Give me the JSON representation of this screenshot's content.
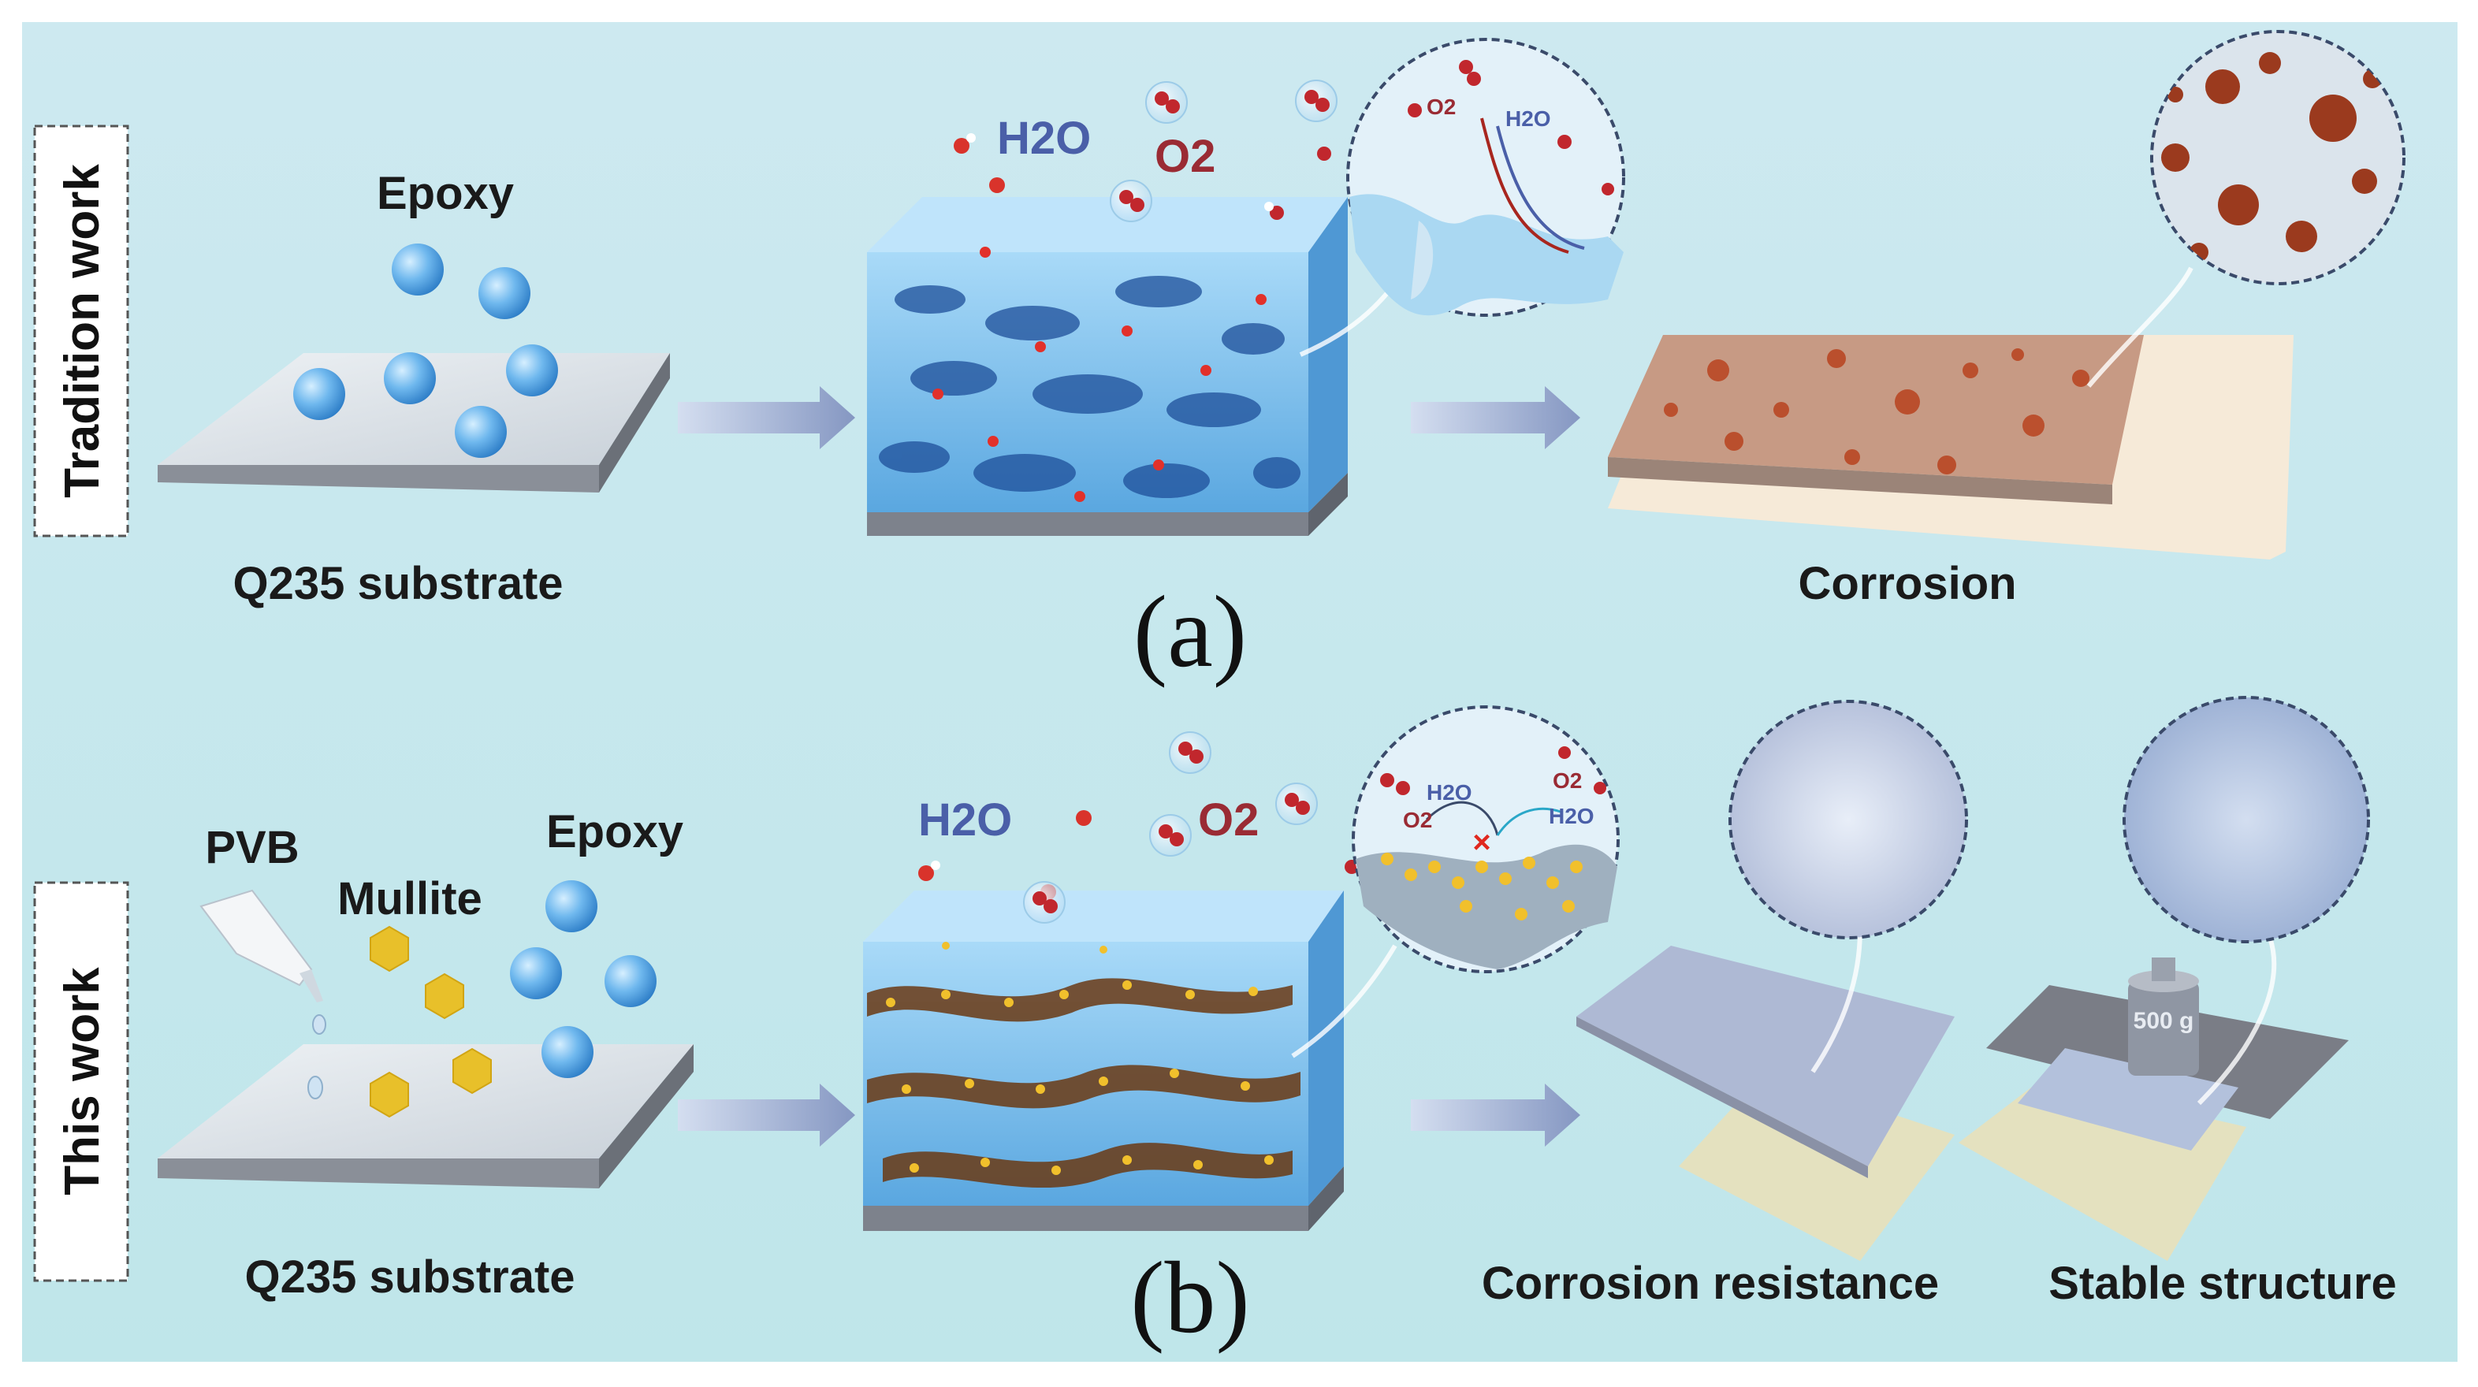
{
  "row_a": {
    "side_label": "Tradition  work",
    "panel_label": "(a)",
    "epoxy": "Epoxy",
    "substrate": "Q235 substrate",
    "h2o": "H2O",
    "o2": "O2",
    "zoom_o2": "O2",
    "zoom_h2o": "H2O",
    "result": "Corrosion"
  },
  "row_b": {
    "side_label": "This work",
    "panel_label": "(b)",
    "pvb": "PVB",
    "mullite": "Mullite",
    "epoxy": "Epoxy",
    "substrate": "Q235 substrate",
    "h2o": "H2O",
    "o2": "O2",
    "zoom_o2_left": "O2",
    "zoom_h2o_left": "H2O",
    "zoom_o2_right": "O2",
    "zoom_h2o_right": "H2O",
    "weight": "500 g",
    "result_1": "Corrosion resistance",
    "result_2": "Stable structure"
  },
  "colors": {
    "background": "#c6e8ee",
    "coating_blue": "#7cc0ec",
    "rust": "#b8431f",
    "mullite_yellow": "#e8c02a",
    "arrow": "#8fa4c8"
  }
}
